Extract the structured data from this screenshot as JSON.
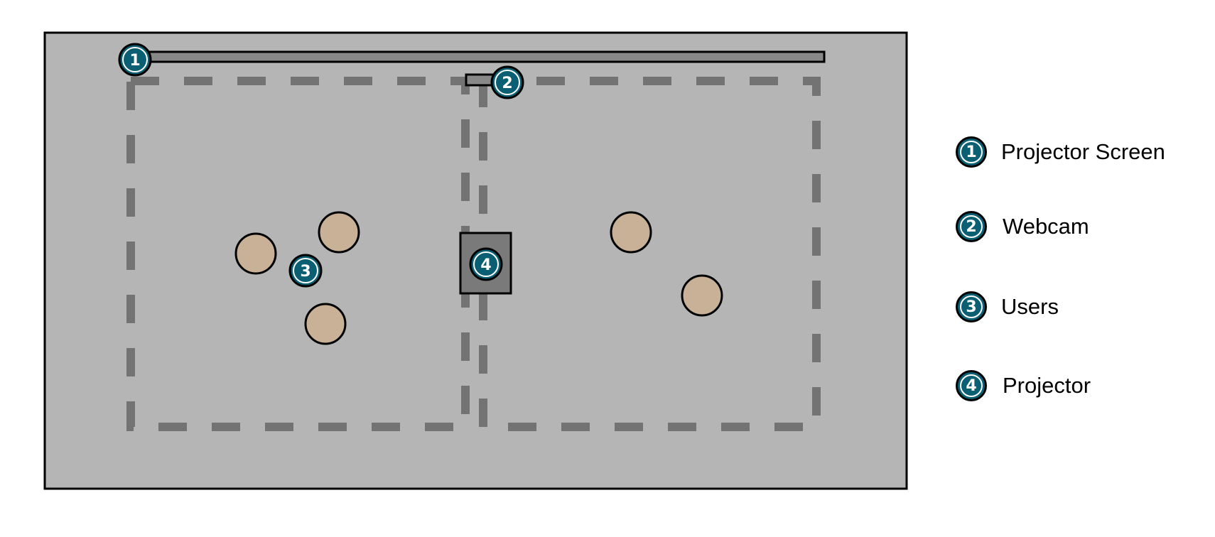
{
  "colors": {
    "room_fill": "#b5b5b5",
    "zone_dash": "#737373",
    "badge_fill": "#0b5f73",
    "user_fill": "#c8b196",
    "device_fill": "#7a7a7a"
  },
  "markers": {
    "projector_screen": "1",
    "webcam": "2",
    "users": "3",
    "projector": "4"
  },
  "legend": {
    "items": [
      {
        "number": "1",
        "label": "Projector Screen"
      },
      {
        "number": "2",
        "label": "Webcam"
      },
      {
        "number": "3",
        "label": "Users"
      },
      {
        "number": "4",
        "label": "Projector"
      }
    ]
  }
}
